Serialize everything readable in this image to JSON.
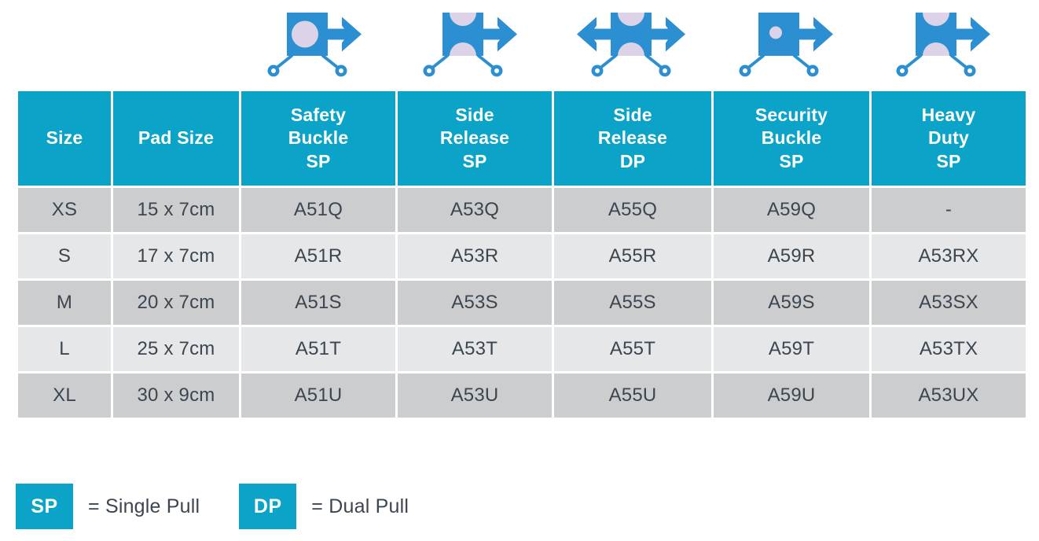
{
  "colors": {
    "header_teal": "#0BA3C8",
    "icon_blue": "#2B8FD2",
    "icon_accent": "#DCD3E8",
    "row_dark": "#CBCDCE",
    "row_light": "#E5E7E8",
    "text_dark": "#3C4650",
    "text_light": "#FFFFFF"
  },
  "icons": [
    {
      "name": "safety-buckle-sp-icon",
      "variant": "circle-right"
    },
    {
      "name": "side-release-sp-icon",
      "variant": "twin-right"
    },
    {
      "name": "side-release-dp-icon",
      "variant": "twin-both"
    },
    {
      "name": "security-buckle-sp-icon",
      "variant": "dot-right"
    },
    {
      "name": "heavy-duty-sp-icon",
      "variant": "twin-right"
    }
  ],
  "table": {
    "headers": [
      {
        "lines": [
          "Size"
        ]
      },
      {
        "lines": [
          "Pad Size"
        ]
      },
      {
        "lines": [
          "Safety",
          "Buckle",
          "SP"
        ]
      },
      {
        "lines": [
          "Side",
          "Release",
          "SP"
        ]
      },
      {
        "lines": [
          "Side",
          "Release",
          "DP"
        ]
      },
      {
        "lines": [
          "Security",
          "Buckle",
          "SP"
        ]
      },
      {
        "lines": [
          "Heavy",
          "Duty",
          "SP"
        ]
      }
    ],
    "rows": [
      {
        "cells": [
          "XS",
          "15 x 7cm",
          "A51Q",
          "A53Q",
          "A55Q",
          "A59Q",
          "-"
        ]
      },
      {
        "cells": [
          "S",
          "17 x 7cm",
          "A51R",
          "A53R",
          "A55R",
          "A59R",
          "A53RX"
        ]
      },
      {
        "cells": [
          "M",
          "20 x 7cm",
          "A51S",
          "A53S",
          "A55S",
          "A59S",
          "A53SX"
        ]
      },
      {
        "cells": [
          "L",
          "25 x 7cm",
          "A51T",
          "A53T",
          "A55T",
          "A59T",
          "A53TX"
        ]
      },
      {
        "cells": [
          "XL",
          "30 x 9cm",
          "A51U",
          "A53U",
          "A55U",
          "A59U",
          "A53UX"
        ]
      }
    ]
  },
  "legend": [
    {
      "badge": "SP",
      "text": "= Single Pull"
    },
    {
      "badge": "DP",
      "text": "= Dual Pull"
    }
  ]
}
